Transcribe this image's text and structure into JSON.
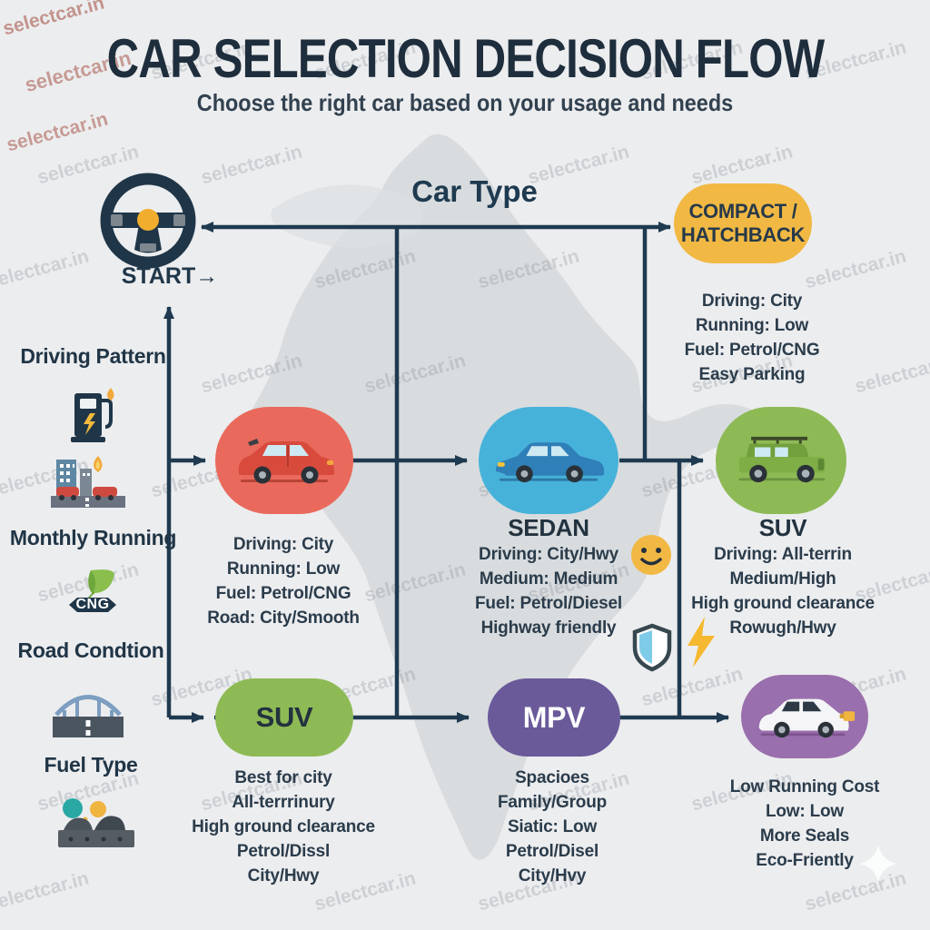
{
  "header": {
    "title": "CAR SELECTION DECISION FLOW",
    "subtitle": "Choose the right car based on your usage and needs"
  },
  "flow": {
    "start_label": "START→",
    "car_type_label": "Car Type"
  },
  "sidebar": {
    "labels": [
      "Driving Pattern",
      "Monthly Running",
      "Road Condtion",
      "Fuel Type"
    ],
    "cng_badge": "CNG"
  },
  "nodes": {
    "compact": {
      "title_line1": "COMPACT /",
      "title_line2": "HATCHBACK",
      "details": [
        "Driving: City",
        "Running: Low",
        "Fuel: Petrol/CNG",
        "Easy Parking"
      ]
    },
    "hatchback": {
      "details": [
        "Driving: City",
        "Running: Low",
        "Fuel: Petrol/CNG",
        "Road: City/Smooth"
      ]
    },
    "sedan": {
      "title": "SEDAN",
      "details": [
        "Driving: City/Hwy",
        "Medium: Medium",
        "Fuel: Petrol/Diesel",
        "Highway friendly"
      ]
    },
    "suv_vehicle": {
      "title": "SUV",
      "details": [
        "Driving: All-terrin",
        "Medium/High",
        "High ground clearance",
        "Rowugh/Hwy"
      ]
    },
    "suv_box": {
      "title": "SUV",
      "details": [
        "Best for city",
        "All-terrrinury",
        "High ground clearance",
        "Petrol/Dissl",
        "City/Hwy"
      ]
    },
    "mpv": {
      "title": "MPV",
      "details": [
        "Spacioes",
        "Family/Group",
        "Siatic: Low",
        "Petrol/Disel",
        "City/Hvy"
      ]
    },
    "ev": {
      "details": [
        "Low Running Cost",
        "Low: Low",
        "More Seals",
        "Eco-Friently"
      ]
    }
  },
  "watermark": {
    "text": "selectcar.in"
  },
  "colors": {
    "navy": "#1f3a50",
    "yellow": "#f1b943",
    "red": "#e96a5c",
    "blue": "#47b2d9",
    "green": "#8eba55",
    "purple": "#6a5a9a",
    "light_purple": "#9a6fad"
  },
  "icons": [
    "steering-wheel-icon",
    "fuel-pump-icon",
    "city-traffic-icon",
    "cng-leaf-icon",
    "bridge-road-icon",
    "rocky-road-icon",
    "smiley-icon",
    "shield-icon",
    "lightning-icon",
    "sparkle-icon"
  ]
}
